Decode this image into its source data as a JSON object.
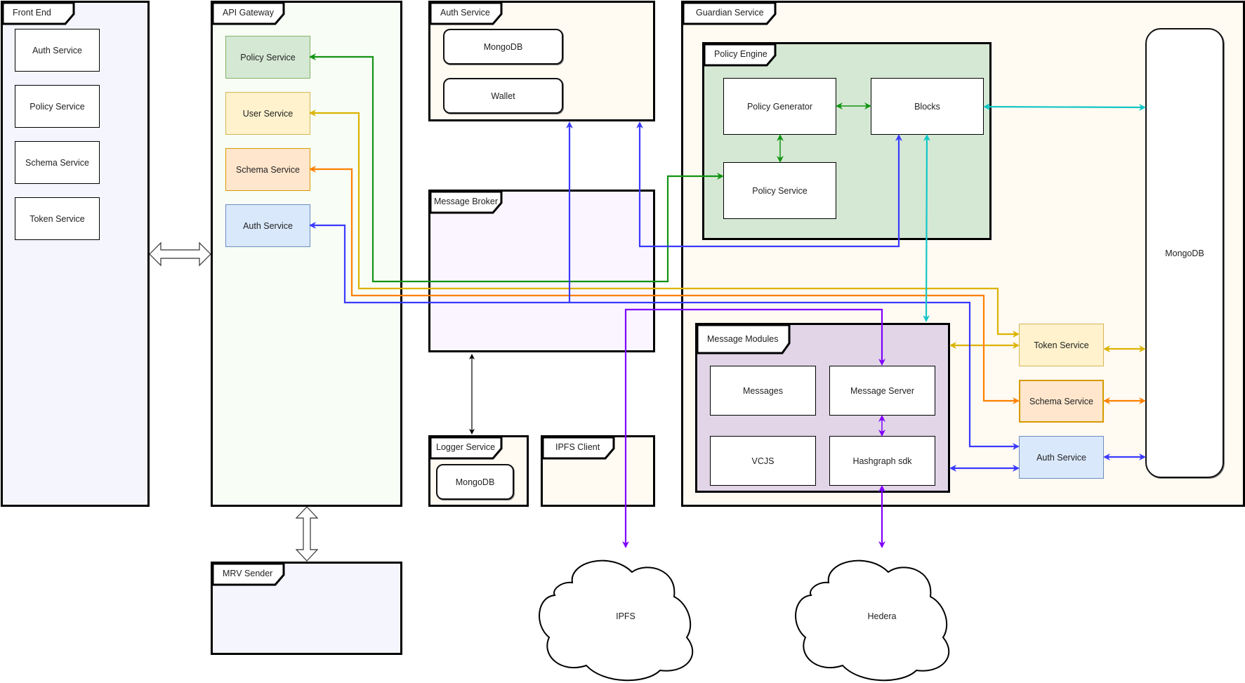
{
  "colors": {
    "green": "#129412",
    "yellow": "#dcb300",
    "orange": "#ff8000",
    "blue": "#3a3aff",
    "purple": "#8000ff",
    "cyan": "#12c6c6",
    "frontend_bg": "#f4f5fd",
    "gateway_bg": "#f8fdf6",
    "service_bg": "#fffaf2",
    "broker_bg": "#faf5fe",
    "policy_engine_bg": "#d5e8d4",
    "message_modules_bg": "#e1d5e7",
    "mrv_bg": "#f4f5fd"
  },
  "front_end": {
    "title": "Front End",
    "items": [
      "Auth Service",
      "Policy Service",
      "Schema Service",
      "Token Service"
    ]
  },
  "api_gateway": {
    "title": "API Gateway",
    "items": [
      {
        "label": "Policy Service",
        "fill": "#d5e8d4",
        "stroke": "#82b366"
      },
      {
        "label": "User Service",
        "fill": "#fff2cc",
        "stroke": "#d6b656"
      },
      {
        "label": "Schema Service",
        "fill": "#ffe6cc",
        "stroke": "#d79b00"
      },
      {
        "label": "Auth Service",
        "fill": "#dae8fc",
        "stroke": "#6c8ebf"
      }
    ]
  },
  "auth_service": {
    "title": "Auth Service",
    "items": [
      "MongoDB",
      "Wallet"
    ]
  },
  "message_broker": {
    "title": "Message Broker"
  },
  "logger_service": {
    "title": "Logger Service",
    "items": [
      "MongoDB"
    ]
  },
  "ipfs_client": {
    "title": "IPFS Client"
  },
  "mrv_sender": {
    "title": "MRV Sender"
  },
  "guardian_service": {
    "title": "Guardian Service",
    "policy_engine": {
      "title": "Policy Engine",
      "policy_generator": "Policy Generator",
      "blocks": "Blocks",
      "policy_service": "Policy Service"
    },
    "message_modules": {
      "title": "Message Modules",
      "messages": "Messages",
      "message_server": "Message Server",
      "vcjs": "VCJS",
      "hashgraph_sdk": "Hashgraph sdk"
    },
    "token_service": "Token Service",
    "schema_service": "Schema Service",
    "auth_service": "Auth Service",
    "mongodb": "MongoDB"
  },
  "clouds": {
    "ipfs": "IPFS",
    "hedera": "Hedera"
  }
}
